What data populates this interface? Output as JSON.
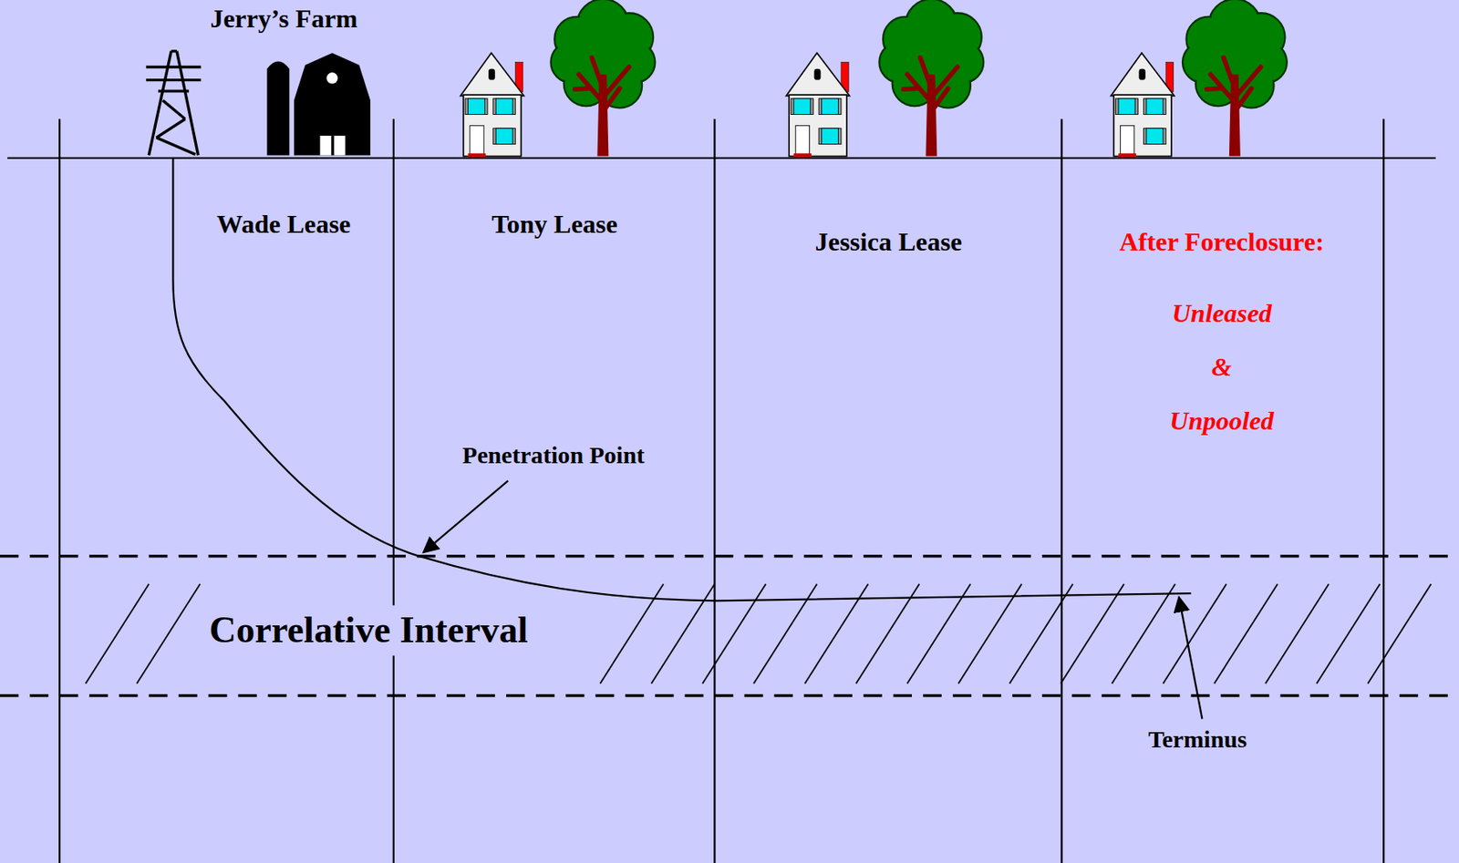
{
  "diagram": {
    "nodes": [
      {
        "text": [
          "Wade Lease"
        ]
      },
      {
        "text": [
          "Tony Lease"
        ]
      },
      {
        "text": [
          "Jessica Lease"
        ]
      },
      {
        "text": [
          "After Foreclosure:",
          "Unleased",
          "&",
          "Unpooled"
        ]
      }
    ],
    "labels": [
      "Jerry’s Farm",
      "Penetration Point",
      "Correlative Interval",
      "Terminus"
    ]
  }
}
